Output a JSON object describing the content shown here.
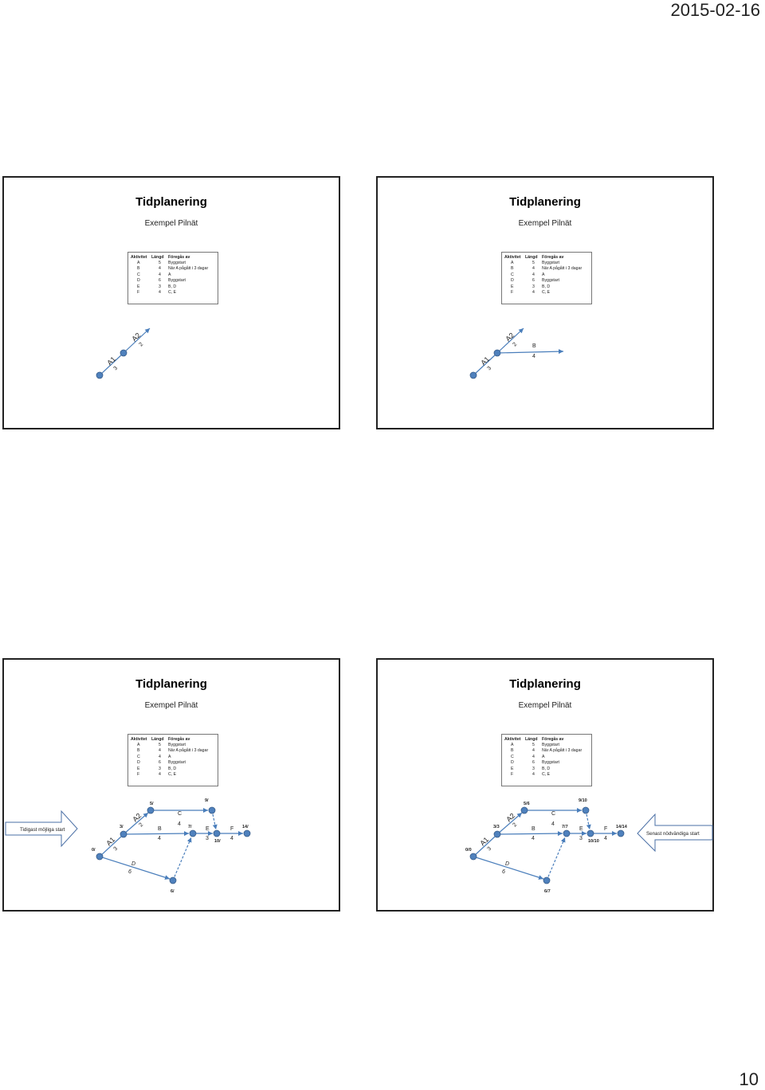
{
  "header": {
    "date": "2015-02-16"
  },
  "footer": {
    "page_number": "10"
  },
  "slides": [
    {
      "title": "Tidplanering",
      "subtitle": "Exempel Pilnät"
    },
    {
      "title": "Tidplanering",
      "subtitle": "Exempel Pilnät"
    },
    {
      "title": "Tidplanering",
      "subtitle": "Exempel Pilnät"
    },
    {
      "title": "Tidplanering",
      "subtitle": "Exempel Pilnät"
    }
  ],
  "table": {
    "headers": [
      "Aktivitet",
      "Längd",
      "Föregås av"
    ],
    "rows": [
      [
        "A",
        "5",
        "Byggstart"
      ],
      [
        "B",
        "4",
        "När A pågått i 3 dagar"
      ],
      [
        "C",
        "4",
        "A"
      ],
      [
        "D",
        "6",
        "Byggstart"
      ],
      [
        "E",
        "3",
        "B, D"
      ],
      [
        "F",
        "4",
        "C, E"
      ]
    ]
  },
  "network": {
    "activities": {
      "A1": {
        "name": "A1",
        "duration": "3"
      },
      "A2": {
        "name": "A2",
        "duration": "2"
      },
      "B": {
        "name": "B",
        "duration": "4"
      },
      "C": {
        "name": "C",
        "duration": "4"
      },
      "D": {
        "name": "D",
        "duration": "6"
      },
      "E": {
        "name": "E",
        "duration": "3"
      },
      "F": {
        "name": "F",
        "duration": "4"
      }
    },
    "slide3_times": {
      "n0": "0/",
      "n1": "3/",
      "n2": "5/",
      "n3": "6/",
      "n4": "7/",
      "n5": "9/",
      "n6": "10/",
      "n7": "14/"
    },
    "slide4_times": {
      "n0": "0/0",
      "n1": "3/3",
      "n2": "5/6",
      "n3": "6/7",
      "n4": "7/7",
      "n5": "9/10",
      "n6": "10/10",
      "n7": "14/14"
    },
    "earliest_label": "Tidigast möjliga start",
    "latest_label": "Senast nödvändiga start"
  },
  "colors": {
    "node_fill": "#4f81bd",
    "node_stroke": "#385d8a",
    "arrow": "#4a7ebb",
    "callout_stroke": "#4a6fa5"
  }
}
